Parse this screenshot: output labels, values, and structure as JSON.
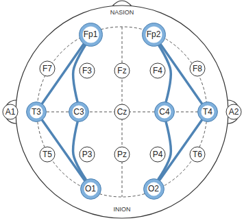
{
  "diagram": {
    "nodes": [
      {
        "text": [
          "Fp1"
        ]
      },
      {
        "text": [
          "Fp2"
        ]
      },
      {
        "text": [
          "F7"
        ]
      },
      {
        "text": [
          "F3"
        ]
      },
      {
        "text": [
          "Fz"
        ]
      },
      {
        "text": [
          "F4"
        ]
      },
      {
        "text": [
          "F8"
        ]
      },
      {
        "text": [
          "A1"
        ]
      },
      {
        "text": [
          "T3"
        ]
      },
      {
        "text": [
          "C3"
        ]
      },
      {
        "text": [
          "Cz"
        ]
      },
      {
        "text": [
          "C4"
        ]
      },
      {
        "text": [
          "T4"
        ]
      },
      {
        "text": [
          "A2"
        ]
      },
      {
        "text": [
          "T5"
        ]
      },
      {
        "text": [
          "P3"
        ]
      },
      {
        "text": [
          "Pz"
        ]
      },
      {
        "text": [
          "P4"
        ]
      },
      {
        "text": [
          "T6"
        ]
      },
      {
        "text": [
          "O1"
        ]
      },
      {
        "text": [
          "O2"
        ]
      }
    ],
    "edges": [
      {
        "from": 0,
        "to": 8,
        "arrow": "none"
      },
      {
        "from": 0,
        "to": 9,
        "arrow": "none"
      },
      {
        "from": 1,
        "to": 11,
        "arrow": "none"
      },
      {
        "from": 1,
        "to": 12,
        "arrow": "none"
      },
      {
        "from": 8,
        "to": 19,
        "arrow": "none"
      },
      {
        "from": 9,
        "to": 19,
        "arrow": "none"
      },
      {
        "from": 11,
        "to": 20,
        "arrow": "none"
      },
      {
        "from": 12,
        "to": 20,
        "arrow": "none"
      }
    ],
    "labels": [
      "NASION",
      "INION"
    ]
  }
}
